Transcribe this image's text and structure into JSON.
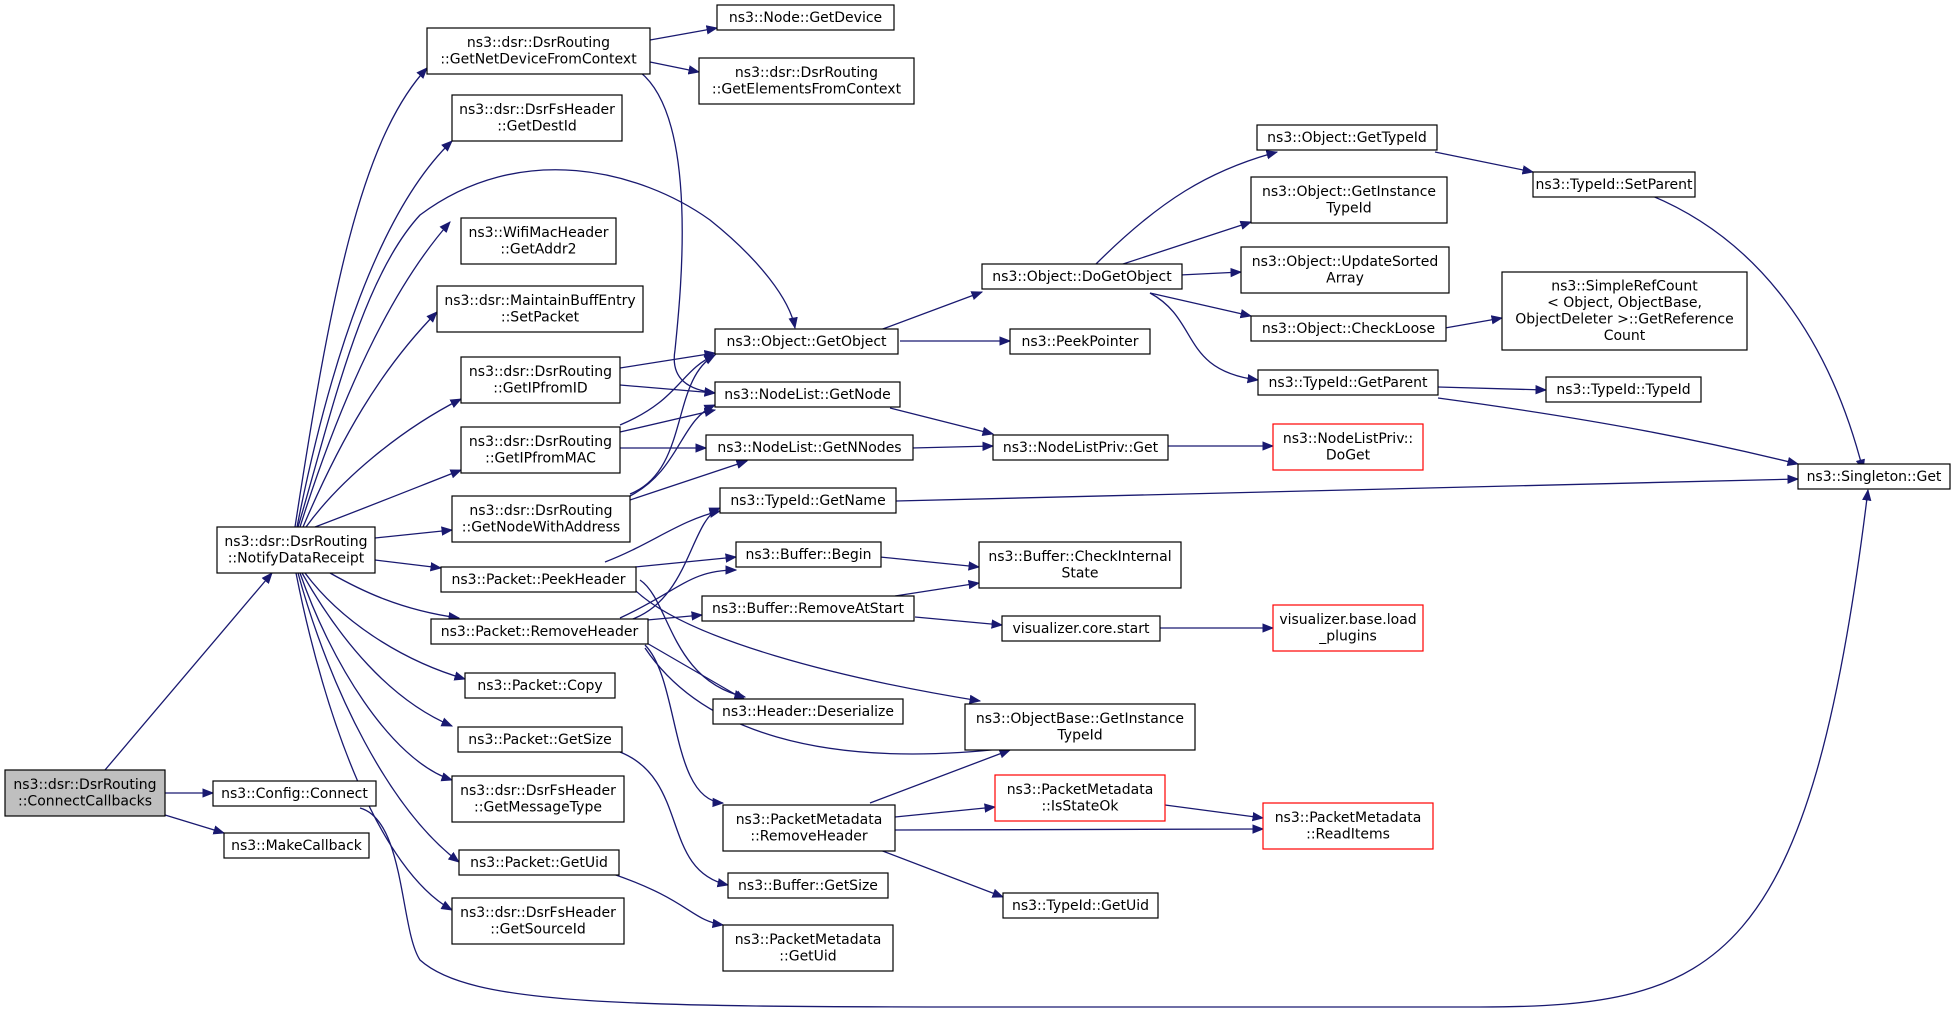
{
  "colors": {
    "edge": "#191970",
    "root_fill": "#bfbfbf",
    "border": "#000000",
    "truncated_border": "#ff0000"
  },
  "nodes": [
    {
      "id": "connect_callbacks",
      "lines": [
        "ns3::dsr::DsrRouting",
        "::ConnectCallbacks"
      ],
      "style": "root"
    },
    {
      "id": "notify_data_receipt",
      "lines": [
        "ns3::dsr::DsrRouting",
        "::NotifyDataReceipt"
      ]
    },
    {
      "id": "config_connect",
      "lines": [
        "ns3::Config::Connect"
      ]
    },
    {
      "id": "make_callback",
      "lines": [
        "ns3::MakeCallback"
      ]
    },
    {
      "id": "get_net_device_from_context",
      "lines": [
        "ns3::dsr::DsrRouting",
        "::GetNetDeviceFromContext"
      ]
    },
    {
      "id": "fs_get_dest_id",
      "lines": [
        "ns3::dsr::DsrFsHeader",
        "::GetDestId"
      ]
    },
    {
      "id": "wifi_get_addr2",
      "lines": [
        "ns3::WifiMacHeader",
        "::GetAddr2"
      ]
    },
    {
      "id": "maintain_set_packet",
      "lines": [
        "ns3::dsr::MaintainBuffEntry",
        "::SetPacket"
      ]
    },
    {
      "id": "get_ip_from_id",
      "lines": [
        "ns3::dsr::DsrRouting",
        "::GetIPfromID"
      ]
    },
    {
      "id": "get_ip_from_mac",
      "lines": [
        "ns3::dsr::DsrRouting",
        "::GetIPfromMAC"
      ]
    },
    {
      "id": "get_node_with_address",
      "lines": [
        "ns3::dsr::DsrRouting",
        "::GetNodeWithAddress"
      ]
    },
    {
      "id": "packet_peek_header",
      "lines": [
        "ns3::Packet::PeekHeader"
      ]
    },
    {
      "id": "packet_remove_header",
      "lines": [
        "ns3::Packet::RemoveHeader"
      ]
    },
    {
      "id": "packet_copy",
      "lines": [
        "ns3::Packet::Copy"
      ]
    },
    {
      "id": "packet_get_size",
      "lines": [
        "ns3::Packet::GetSize"
      ]
    },
    {
      "id": "fs_get_message_type",
      "lines": [
        "ns3::dsr::DsrFsHeader",
        "::GetMessageType"
      ]
    },
    {
      "id": "packet_get_uid",
      "lines": [
        "ns3::Packet::GetUid"
      ]
    },
    {
      "id": "fs_get_source_id",
      "lines": [
        "ns3::dsr::DsrFsHeader",
        "::GetSourceId"
      ]
    },
    {
      "id": "node_get_device",
      "lines": [
        "ns3::Node::GetDevice"
      ]
    },
    {
      "id": "get_elements_from_context",
      "lines": [
        "ns3::dsr::DsrRouting",
        "::GetElementsFromContext"
      ]
    },
    {
      "id": "object_get_object",
      "lines": [
        "ns3::Object::GetObject"
      ]
    },
    {
      "id": "nodelist_get_node",
      "lines": [
        "ns3::NodeList::GetNode"
      ]
    },
    {
      "id": "nodelist_get_n_nodes",
      "lines": [
        "ns3::NodeList::GetNNodes"
      ]
    },
    {
      "id": "typeid_get_name",
      "lines": [
        "ns3::TypeId::GetName"
      ]
    },
    {
      "id": "buffer_begin",
      "lines": [
        "ns3::Buffer::Begin"
      ]
    },
    {
      "id": "buffer_remove_at_start",
      "lines": [
        "ns3::Buffer::RemoveAtStart"
      ]
    },
    {
      "id": "header_deserialize",
      "lines": [
        "ns3::Header::Deserialize"
      ]
    },
    {
      "id": "metadata_remove_header",
      "lines": [
        "ns3::PacketMetadata",
        "::RemoveHeader"
      ]
    },
    {
      "id": "buffer_get_size",
      "lines": [
        "ns3::Buffer::GetSize"
      ]
    },
    {
      "id": "metadata_get_uid",
      "lines": [
        "ns3::PacketMetadata",
        "::GetUid"
      ]
    },
    {
      "id": "object_do_get_object",
      "lines": [
        "ns3::Object::DoGetObject"
      ]
    },
    {
      "id": "peek_pointer",
      "lines": [
        "ns3::PeekPointer"
      ]
    },
    {
      "id": "nodelistpriv_get",
      "lines": [
        "ns3::NodeListPriv::Get"
      ]
    },
    {
      "id": "buffer_check_internal_state",
      "lines": [
        "ns3::Buffer::CheckInternal",
        "State"
      ]
    },
    {
      "id": "visualizer_core_start",
      "lines": [
        "visualizer.core.start"
      ]
    },
    {
      "id": "objectbase_get_instance_typeid",
      "lines": [
        "ns3::ObjectBase::GetInstance",
        "TypeId"
      ]
    },
    {
      "id": "metadata_is_state_ok",
      "lines": [
        "ns3::PacketMetadata",
        "::IsStateOk"
      ],
      "style": "red"
    },
    {
      "id": "typeid_get_uid",
      "lines": [
        "ns3::TypeId::GetUid"
      ]
    },
    {
      "id": "object_get_type_id",
      "lines": [
        "ns3::Object::GetTypeId"
      ]
    },
    {
      "id": "object_get_instance_typeid",
      "lines": [
        "ns3::Object::GetInstance",
        "TypeId"
      ]
    },
    {
      "id": "object_update_sorted_array",
      "lines": [
        "ns3::Object::UpdateSorted",
        "Array"
      ]
    },
    {
      "id": "object_check_loose",
      "lines": [
        "ns3::Object::CheckLoose"
      ]
    },
    {
      "id": "typeid_get_parent",
      "lines": [
        "ns3::TypeId::GetParent"
      ]
    },
    {
      "id": "nodelistpriv_do_get",
      "lines": [
        "ns3::NodeListPriv::",
        "DoGet"
      ],
      "style": "red"
    },
    {
      "id": "visualizer_base_load_plugins",
      "lines": [
        "visualizer.base.load",
        "_plugins"
      ],
      "style": "red"
    },
    {
      "id": "metadata_read_items",
      "lines": [
        "ns3::PacketMetadata",
        "::ReadItems"
      ],
      "style": "red"
    },
    {
      "id": "typeid_set_parent",
      "lines": [
        "ns3::TypeId::SetParent"
      ]
    },
    {
      "id": "simple_ref_count_get_reference_count",
      "lines": [
        "ns3::SimpleRefCount",
        "< Object, ObjectBase,",
        " ObjectDeleter >::GetReference",
        "Count"
      ]
    },
    {
      "id": "typeid_typeid",
      "lines": [
        "ns3::TypeId::TypeId"
      ]
    },
    {
      "id": "singleton_get",
      "lines": [
        "ns3::Singleton::Get"
      ]
    }
  ]
}
